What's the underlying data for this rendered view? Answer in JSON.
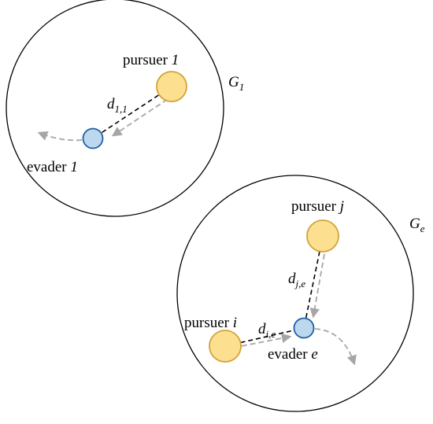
{
  "groups": {
    "g1": {
      "label_main": "G",
      "label_sub": "1",
      "pursuer": {
        "word": "pursuer ",
        "index": "1"
      },
      "evader": {
        "word": "evader ",
        "index": "1"
      },
      "distance": {
        "main": "d",
        "sub": "1,1"
      }
    },
    "ge": {
      "label_main": "G",
      "label_sub": "e",
      "pursuer_j": {
        "word": "pursuer ",
        "index": "j"
      },
      "pursuer_i": {
        "word": "pursuer ",
        "index": "i"
      },
      "evader": {
        "word": "evader ",
        "index": "e"
      },
      "distance_j": {
        "main": "d",
        "sub": "j,e"
      },
      "distance_i": {
        "main": "d",
        "sub": "i,e"
      }
    }
  },
  "colors": {
    "pursuer_fill": "#fce08f",
    "pursuer_stroke": "#d2a33a",
    "evader_fill": "#bcd8ee",
    "evader_stroke": "#1f5fa0",
    "group_stroke": "#000000",
    "distance_line": "#000000",
    "motion_arrow": "#a6a6a6"
  }
}
